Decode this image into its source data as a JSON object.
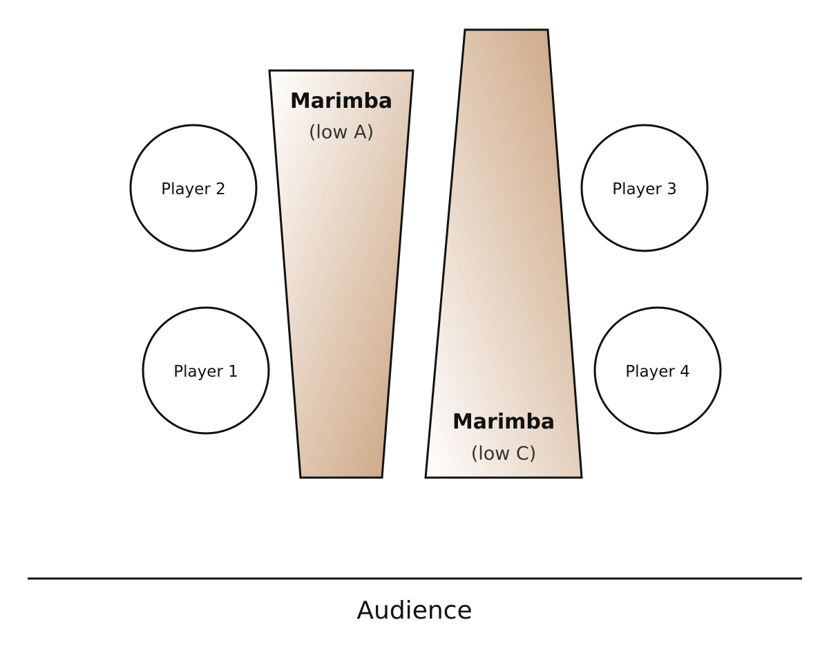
{
  "colors": {
    "wood_dark": "#c9a17d",
    "wood_light": "#ffffff",
    "stroke": "#111111"
  },
  "instruments": [
    {
      "name": "Marimba",
      "range": "(low A)"
    },
    {
      "name": "Marimba",
      "range": "(low C)"
    }
  ],
  "players": {
    "p1": "Player 1",
    "p2": "Player 2",
    "p3": "Player 3",
    "p4": "Player 4"
  },
  "audience": "Audience"
}
